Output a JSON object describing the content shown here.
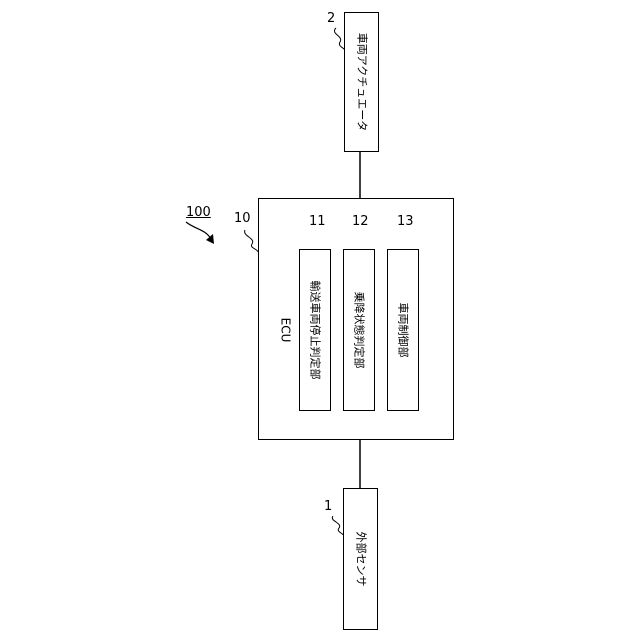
{
  "diagram": {
    "system_number": "100",
    "actuator": {
      "number": "2",
      "label": "車両アクチュエータ"
    },
    "ecu": {
      "number": "10",
      "label": "ECU",
      "units": [
        {
          "number": "11",
          "label": "輸送車両停止判定部"
        },
        {
          "number": "12",
          "label": "乗降状態判定部"
        },
        {
          "number": "13",
          "label": "車両制御部"
        }
      ]
    },
    "sensor": {
      "number": "1",
      "label": "外部センサ"
    }
  }
}
